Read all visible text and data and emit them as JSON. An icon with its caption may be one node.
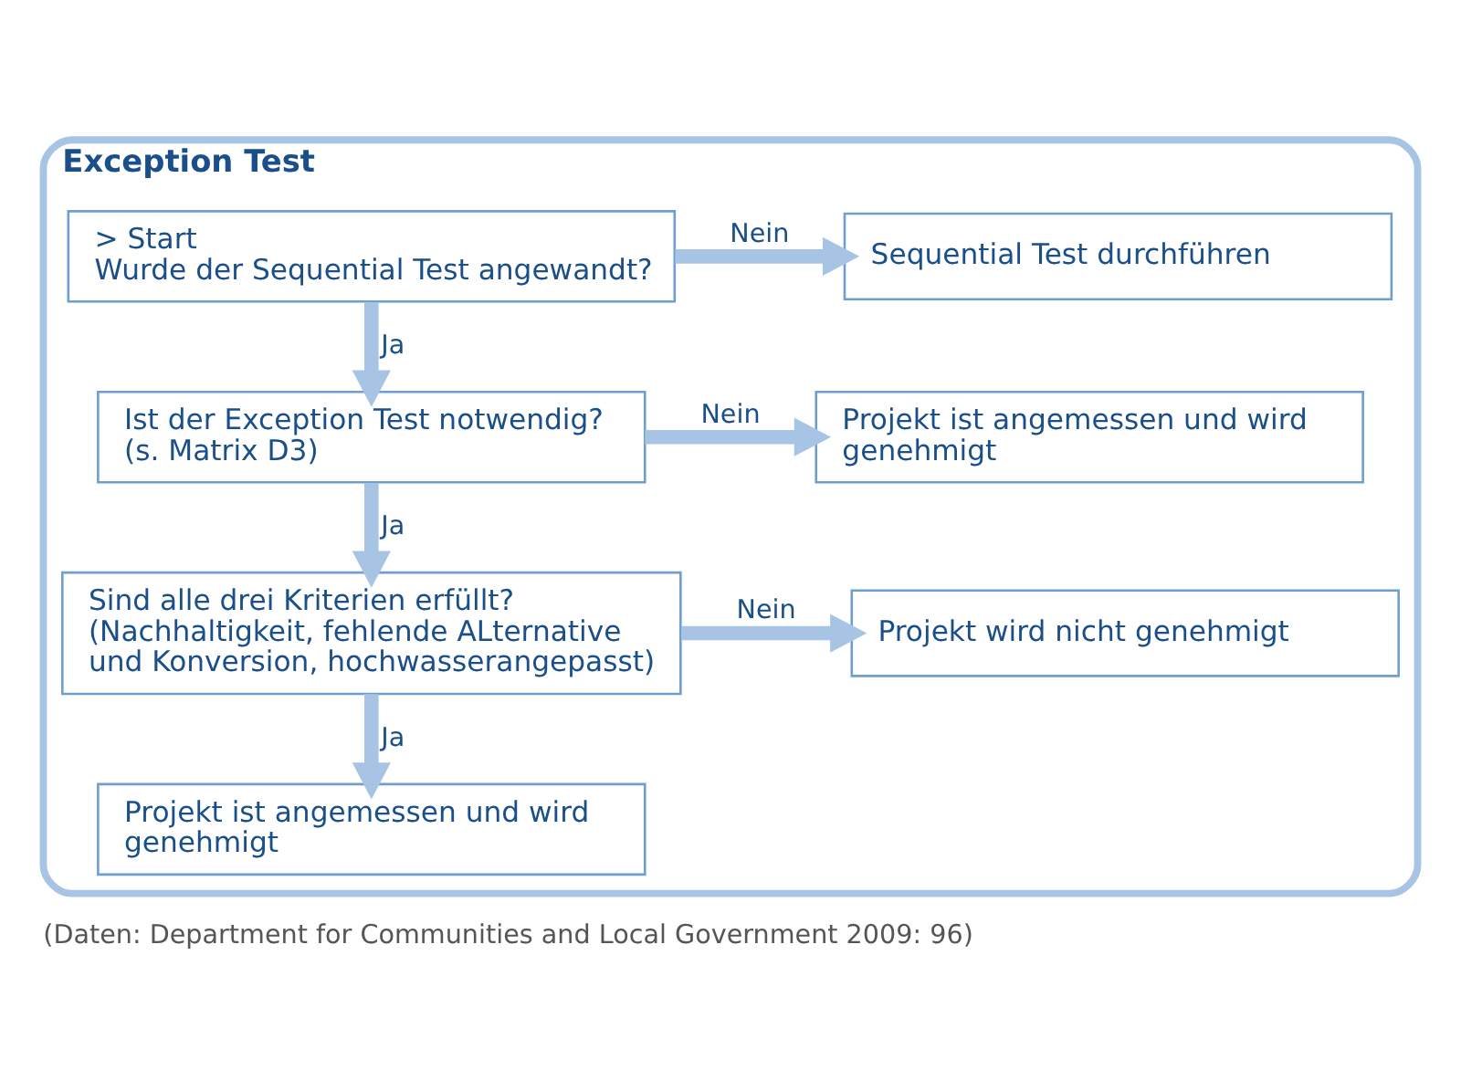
{
  "diagram": {
    "caption": "(Daten: Department for Communities and Local Government 2009: 96)",
    "nodes": [
      {
        "text": [
          "Exception Test"
        ]
      },
      {
        "text": [
          "> Start",
          "Wurde der Sequential Test angewandt?"
        ],
        "in": 0
      },
      {
        "text": [
          "Sequential Test durchführen"
        ],
        "in": 0
      },
      {
        "text": [
          "Ist der Exception Test notwendig?",
          "(s. Matrix D3)"
        ],
        "in": 0
      },
      {
        "text": [
          "Projekt ist angemessen und wird genehmigt"
        ],
        "in": 0
      },
      {
        "text": [
          "Sind alle drei Kriterien erfüllt?",
          "(Nachhaltigkeit, fehlende ALternative und Konversion, hochwasserangepasst)"
        ],
        "in": 0
      },
      {
        "text": [
          "Projekt wird nicht genehmigt"
        ],
        "in": 0
      },
      {
        "text": [
          "Projekt ist angemessen und wird genehmigt"
        ],
        "in": 0
      }
    ],
    "edges": [
      {
        "from": 1,
        "to": 2,
        "arrow": "to",
        "label": "Nein"
      },
      {
        "from": 1,
        "to": 3,
        "arrow": "to",
        "label": "Ja"
      },
      {
        "from": 3,
        "to": 4,
        "arrow": "to",
        "label": "Nein"
      },
      {
        "from": 3,
        "to": 5,
        "arrow": "to",
        "label": "Ja"
      },
      {
        "from": 5,
        "to": 6,
        "arrow": "to",
        "label": "Nein"
      },
      {
        "from": 5,
        "to": 7,
        "arrow": "to",
        "label": "Ja"
      }
    ]
  }
}
